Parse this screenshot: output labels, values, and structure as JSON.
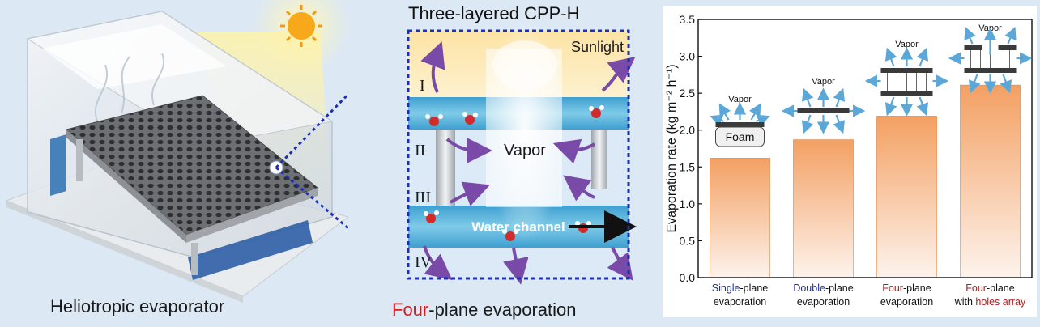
{
  "left_panel": {
    "caption": "Heliotropic evaporator"
  },
  "middle_panel": {
    "title": "Three-layered CPP-H",
    "sunlight_label": "Sunlight",
    "vapor_label": "Vapor",
    "water_channel_label": "Water channel",
    "layer_labels": [
      "I",
      "II",
      "III",
      "IV"
    ],
    "caption_highlight": "Four",
    "caption_rest": "-plane evaporation",
    "colors": {
      "highlight": "#d21f1f",
      "frame": "#1d2fb5",
      "arrow": "#7a4aa8"
    }
  },
  "chart_data": {
    "type": "bar",
    "categories": [
      "Single-plane evaporation",
      "Double-plane evaporation",
      "Four-plane evaporation",
      "Four-plane with holes array"
    ],
    "category_lines": [
      [
        {
          "text": "Single",
          "color": "#1f2e9a"
        },
        {
          "text": "-plane",
          "color": "#111111"
        },
        {
          "text": "|evaporation",
          "color": "#111111"
        }
      ],
      [
        {
          "text": "Double",
          "color": "#1f2e9a"
        },
        {
          "text": "-plane",
          "color": "#111111"
        },
        {
          "text": "|evaporation",
          "color": "#111111"
        }
      ],
      [
        {
          "text": "Four",
          "color": "#b01c1c"
        },
        {
          "text": "-plane",
          "color": "#111111"
        },
        {
          "text": "|evaporation",
          "color": "#111111"
        }
      ],
      [
        {
          "text": "Four",
          "color": "#b01c1c"
        },
        {
          "text": "-plane",
          "color": "#111111"
        },
        {
          "text": "|with ",
          "color": "#111111"
        },
        {
          "text": "holes array",
          "color": "#b01c1c"
        }
      ]
    ],
    "values": [
      1.62,
      1.87,
      2.19,
      2.61
    ],
    "ylabel": "Evaporation rate (kg m⁻² h⁻¹)",
    "ylim": [
      0,
      3.5
    ],
    "yticks": [
      "0.0",
      "0.5",
      "1.0",
      "1.5",
      "2.0",
      "2.5",
      "3.0",
      "3.5"
    ],
    "grid": false,
    "bar_color": "#f3a063",
    "inset_labels": {
      "vapor": "Vapor",
      "foam": "Foam"
    }
  }
}
